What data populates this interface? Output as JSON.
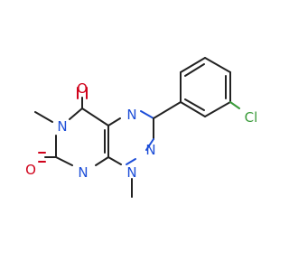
{
  "colors": {
    "bond": "#222222",
    "nitrogen": "#1d4ed8",
    "oxygen": "#d0021b",
    "chlorine": "#3a9b3a",
    "background": "#ffffff"
  },
  "atoms": {
    "O1": "O",
    "O2": "O",
    "N1": "N",
    "N2": "N",
    "N3": "N",
    "N4": "N",
    "N5": "N",
    "Cl": "Cl"
  }
}
